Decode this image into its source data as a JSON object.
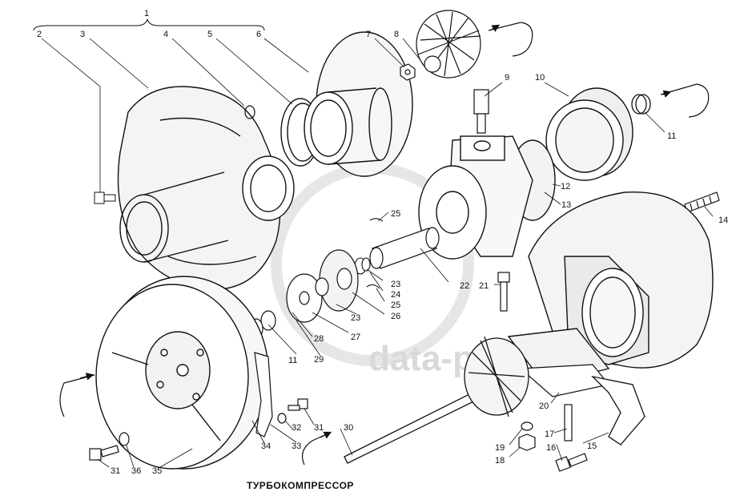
{
  "title": "ТУРБОКОМПРЕССОР",
  "watermark": "data-parts",
  "colors": {
    "ink": "#111111",
    "paper": "#ffffff",
    "watermark": "#d9d9d9"
  },
  "labels": [
    "1",
    "2",
    "3",
    "4",
    "5",
    "6",
    "7",
    "8",
    "9",
    "10",
    "11",
    "11",
    "12",
    "13",
    "14",
    "15",
    "16",
    "17",
    "18",
    "19",
    "20",
    "21",
    "22",
    "23",
    "23",
    "24",
    "25",
    "25",
    "26",
    "27",
    "28",
    "29",
    "30",
    "31",
    "31",
    "32",
    "33",
    "34",
    "35",
    "36"
  ]
}
